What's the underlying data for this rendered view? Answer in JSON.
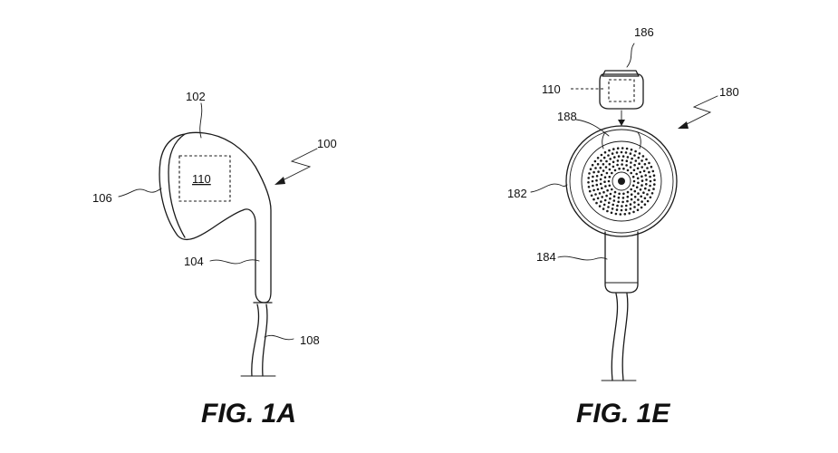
{
  "figures": [
    {
      "caption": "FIG. 1A",
      "labels": {
        "earbud": "100",
        "head": "102",
        "stem": "104",
        "rim": "106",
        "cord": "108",
        "component": "110"
      }
    },
    {
      "caption": "FIG. 1E",
      "labels": {
        "cap": "186",
        "component": "110",
        "earbud": "180",
        "vent": "188",
        "housing": "182",
        "stem": "184"
      }
    }
  ]
}
